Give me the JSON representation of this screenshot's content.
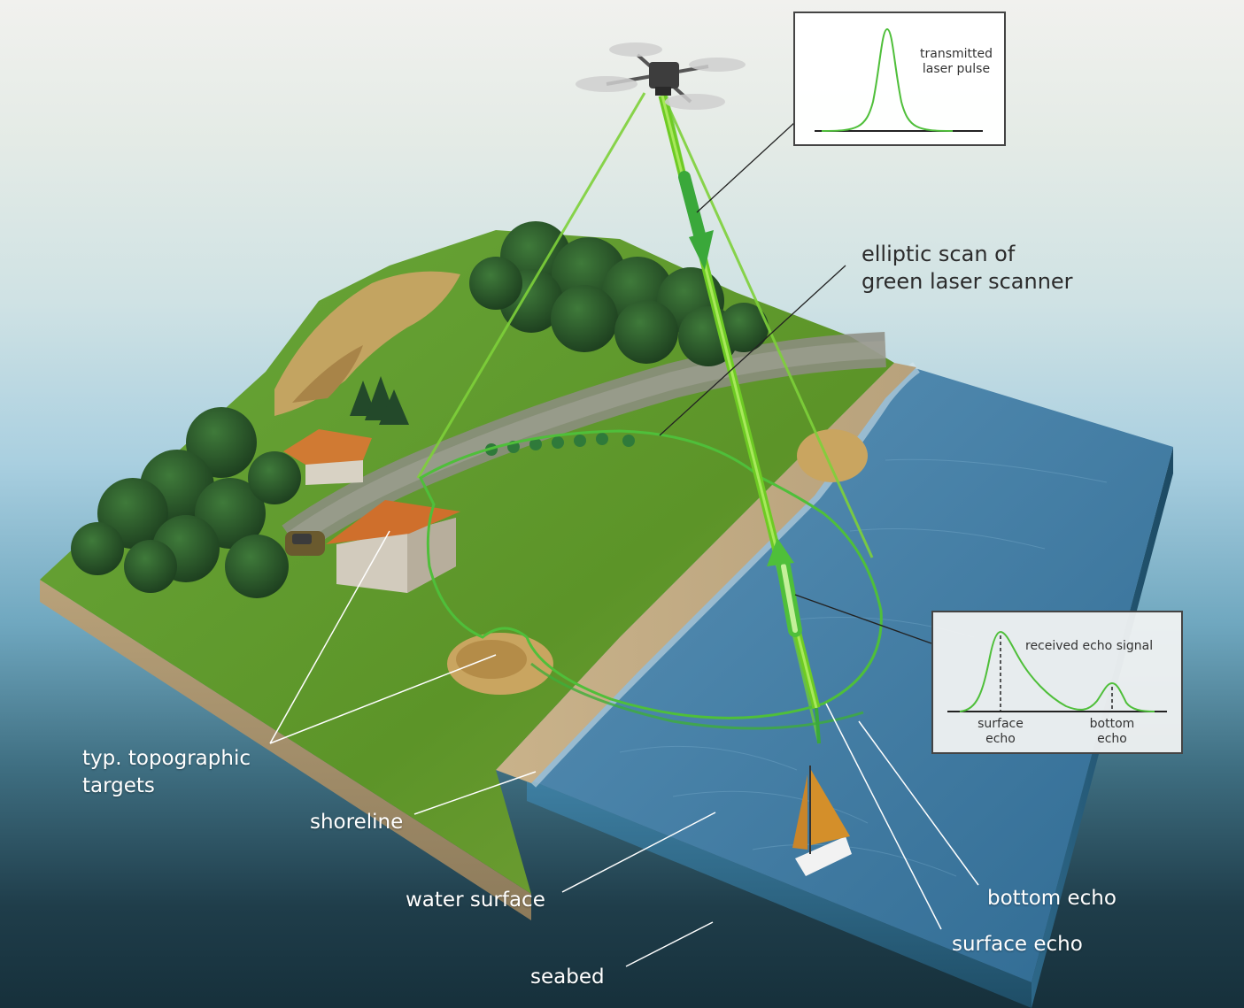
{
  "callouts": {
    "transmitted": {
      "label": "transmitted\nlaser pulse"
    },
    "received": {
      "title": "received echo signal",
      "surface_label": "surface\necho",
      "bottom_label": "bottom\necho"
    }
  },
  "labels": {
    "elliptic_scan": "elliptic scan of\ngreen laser scanner",
    "topographic": "typ. topographic\ntargets",
    "shoreline": "shoreline",
    "water_surface": "water surface",
    "seabed": "seabed",
    "bottom_echo": "bottom echo",
    "surface_echo": "surface echo"
  },
  "colors": {
    "laser": "#7ed13a",
    "laser_dark": "#3aa83a",
    "grass": "#5d9a2b",
    "water": "#3a78a3",
    "callout_border": "#444444"
  }
}
